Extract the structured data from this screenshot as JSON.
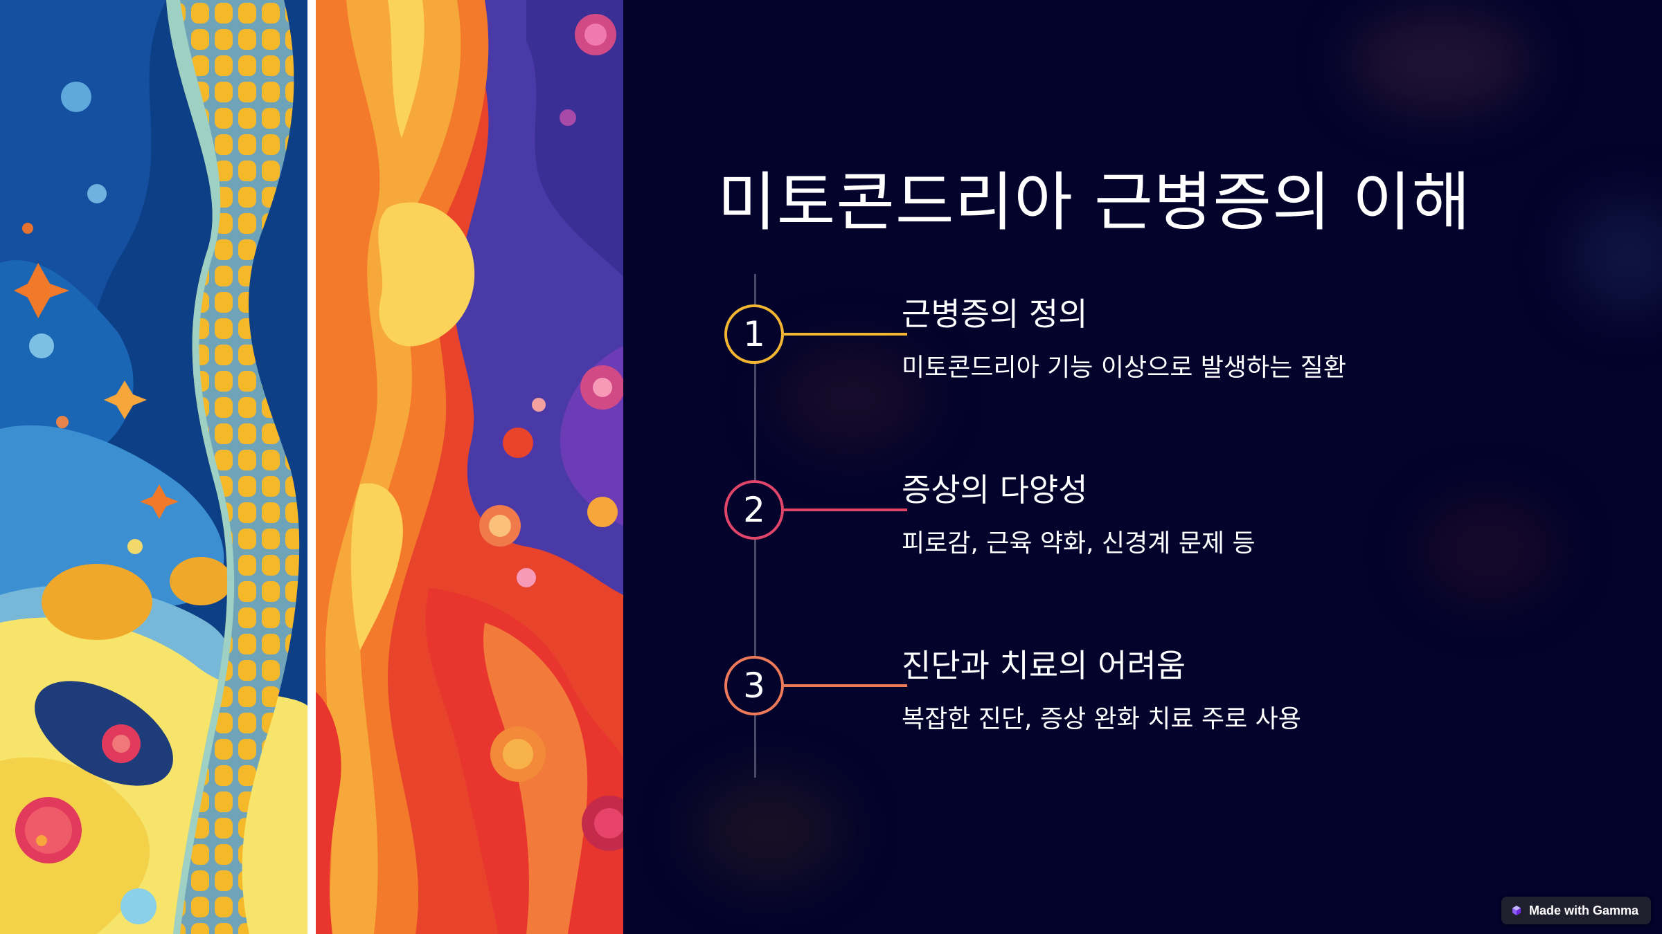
{
  "slide": {
    "title": "미토콘드리아 근병증의 이해"
  },
  "steps": [
    {
      "number": "1",
      "heading": "근병증의 정의",
      "description": "미토콘드리아 기능 이상으로 발생하는 질환",
      "color": "#f2b632"
    },
    {
      "number": "2",
      "heading": "증상의 다양성",
      "description": "피로감, 근육 약화, 신경계 문제 등",
      "color": "#e2456a"
    },
    {
      "number": "3",
      "heading": "진단과 치료의 어려움",
      "description": "복잡한 진단, 증상 완화 치료 주로 사용",
      "color": "#ef7a5a"
    }
  ],
  "badge": {
    "label": "Made with Gamma",
    "icon": "gamma-logo-icon"
  },
  "colors": {
    "background": "#03032b",
    "timeline": "#4a4a68",
    "text": "#ffffff"
  }
}
